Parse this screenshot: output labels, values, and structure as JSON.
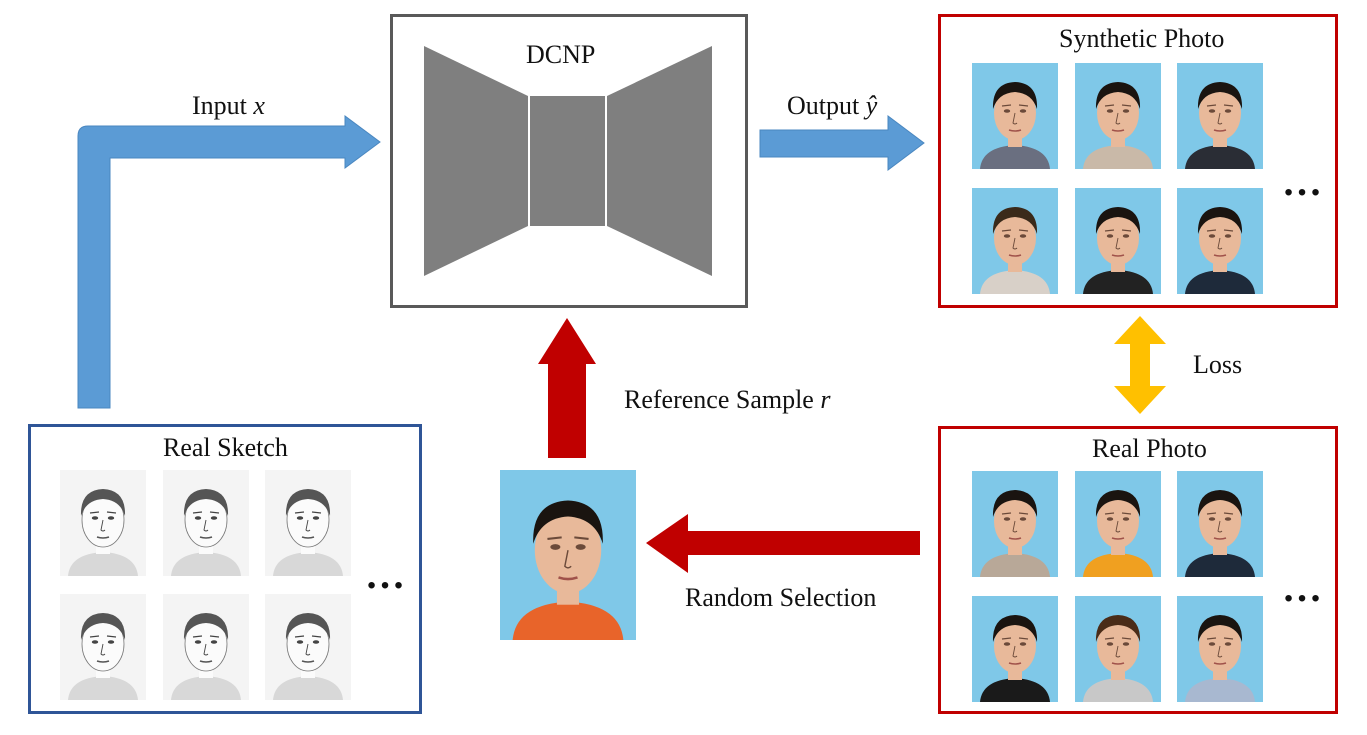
{
  "labels": {
    "input": "Input x",
    "output": "Output ŷ",
    "dcnp": "DCNP",
    "reference": "Reference Sample r",
    "loss": "Loss",
    "random_selection": "Random Selection"
  },
  "panels": {
    "synthetic_photo": "Synthetic Photo",
    "real_photo": "Real Photo",
    "real_sketch": "Real Sketch"
  },
  "ellipsis": "…",
  "colors": {
    "blue_arrow": "#5b9bd5",
    "red_arrow": "#c00000",
    "loss_arrow": "#ffc000",
    "net_gray": "#7f7f7f",
    "photo_bg": "#7fc8e8",
    "red_border": "#c00000",
    "blue_border": "#2f5597",
    "gray_border": "#595959"
  }
}
